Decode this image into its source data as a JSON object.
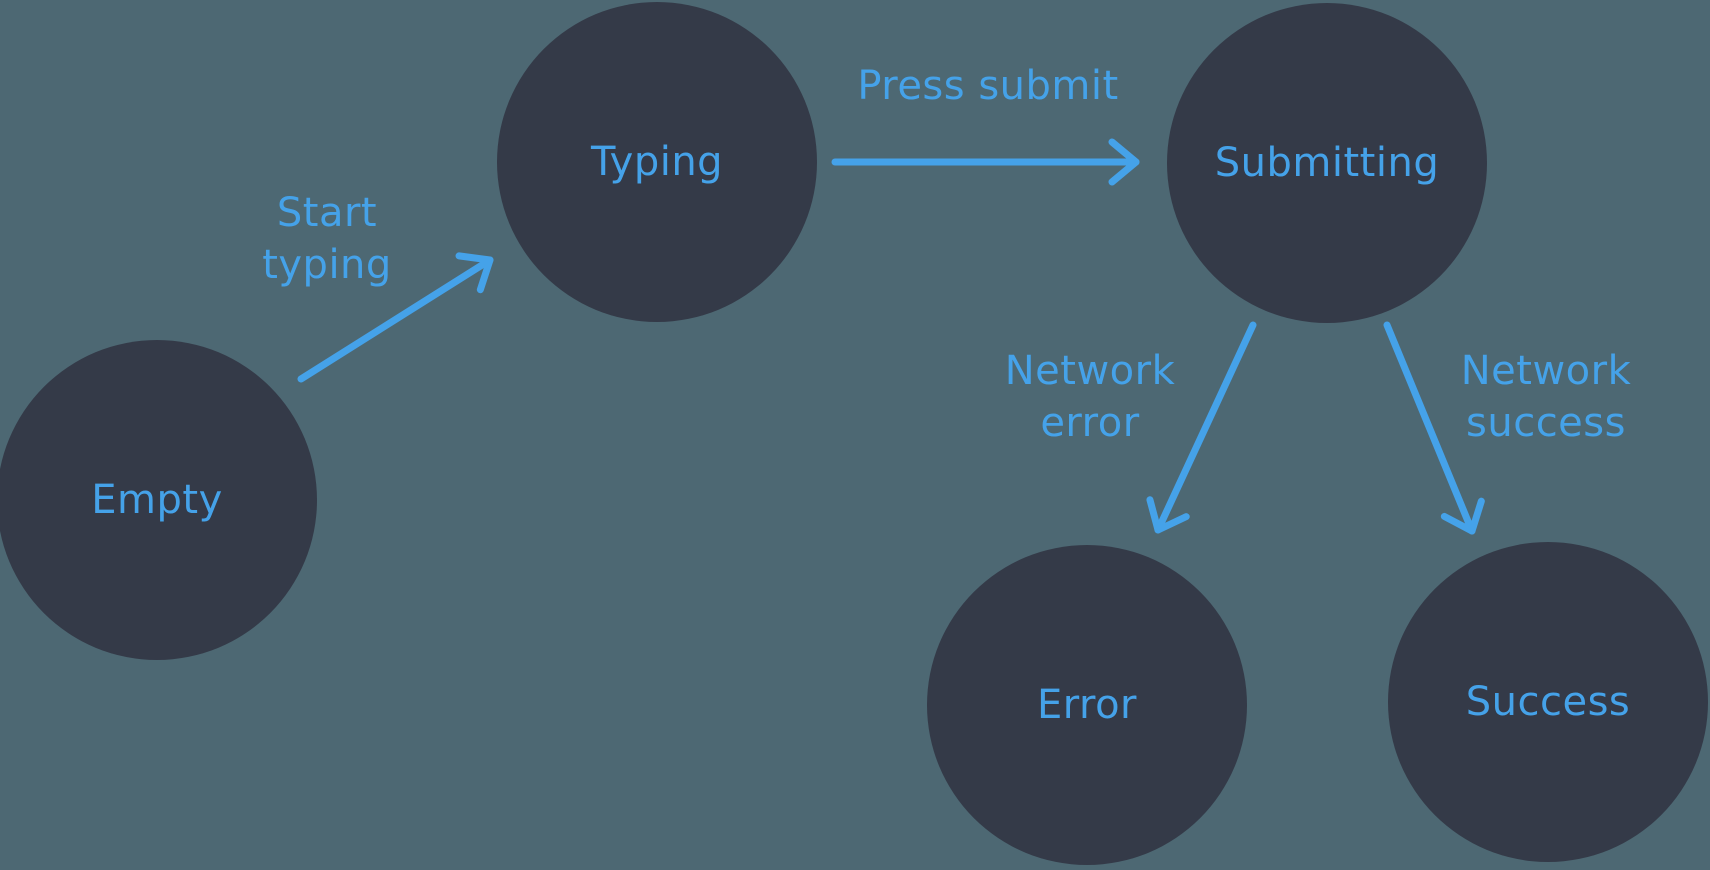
{
  "diagram": {
    "type": "state-machine",
    "colors": {
      "background": "#4D6873",
      "node_fill": "#343A48",
      "accent_blue": "#45A2E9"
    },
    "nodes": {
      "empty": {
        "label": "Empty"
      },
      "typing": {
        "label": "Typing"
      },
      "submitting": {
        "label": "Submitting"
      },
      "error": {
        "label": "Error"
      },
      "success": {
        "label": "Success"
      }
    },
    "edges": {
      "start_typing": {
        "from": "Empty",
        "to": "Typing",
        "line1": "Start",
        "line2": "typing"
      },
      "press_submit": {
        "from": "Typing",
        "to": "Submitting",
        "line1": "Press submit"
      },
      "network_error": {
        "from": "Submitting",
        "to": "Error",
        "line1": "Network",
        "line2": "error"
      },
      "network_success": {
        "from": "Submitting",
        "to": "Success",
        "line1": "Network",
        "line2": "success"
      }
    }
  }
}
